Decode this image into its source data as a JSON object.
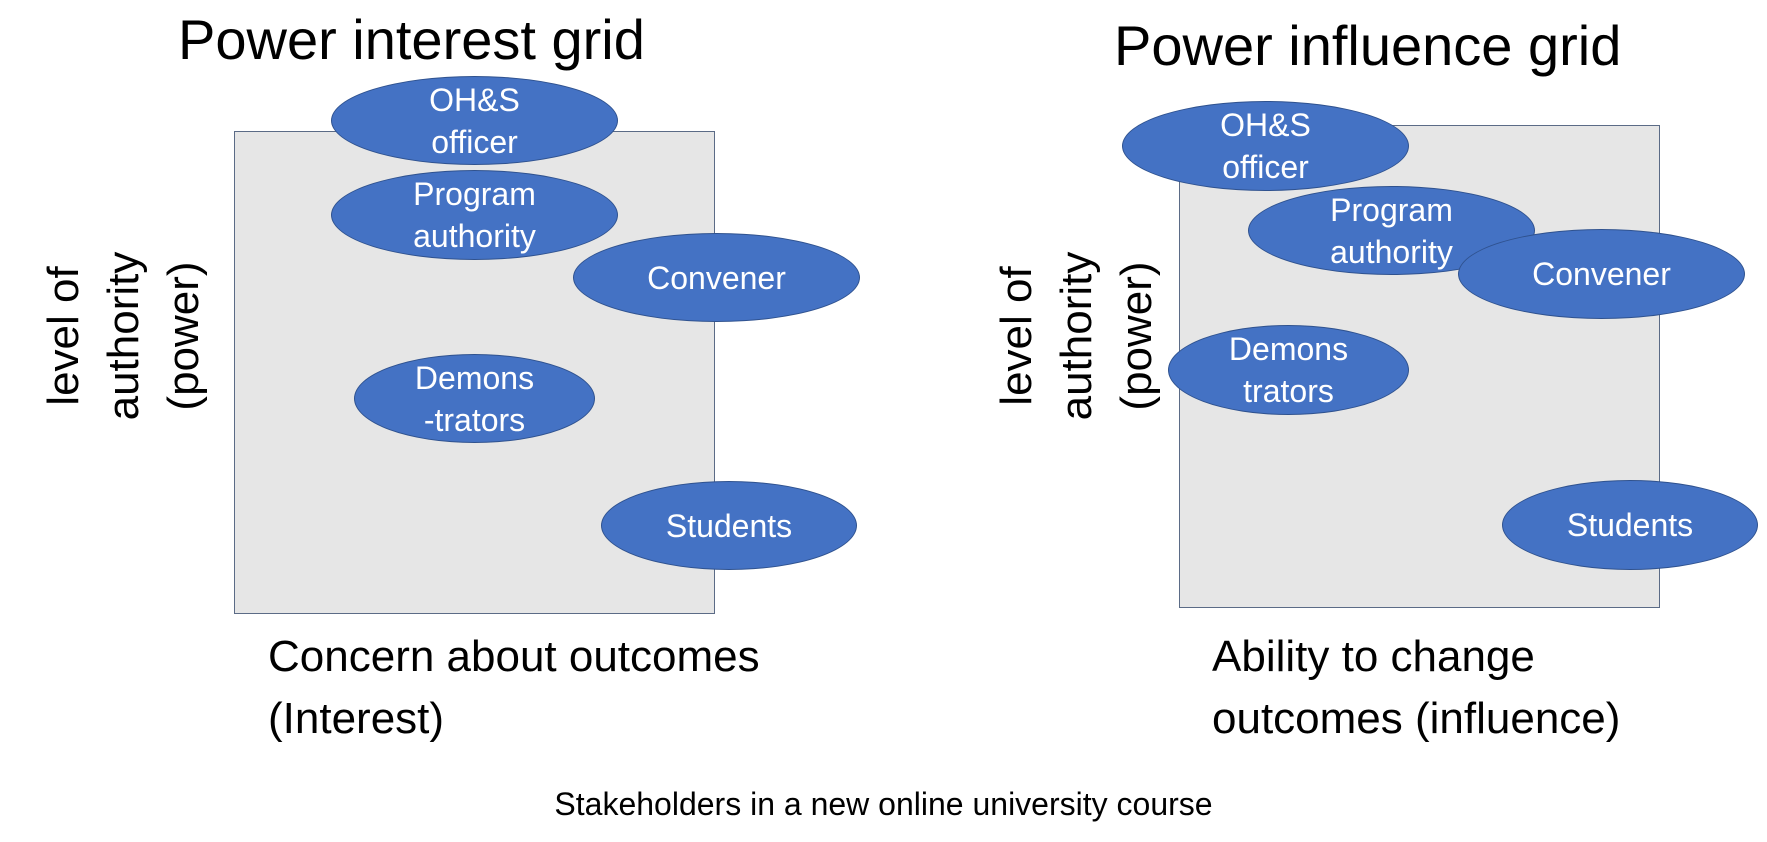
{
  "diagrams": [
    {
      "title": "Power interest grid",
      "y_label": [
        "level of",
        "authority",
        "(power)"
      ],
      "x_label": [
        "Concern about outcomes",
        "(Interest)"
      ],
      "stakeholders": [
        {
          "lines": [
            "OH&S",
            "officer"
          ]
        },
        {
          "lines": [
            "Program",
            "authority"
          ]
        },
        {
          "lines": [
            "Convener"
          ]
        },
        {
          "lines": [
            "Demons",
            "-trators"
          ]
        },
        {
          "lines": [
            "Students"
          ]
        }
      ]
    },
    {
      "title": "Power influence grid",
      "y_label": [
        "level of",
        "authority",
        "(power)"
      ],
      "x_label": [
        "Ability to change",
        "outcomes (influence)"
      ],
      "stakeholders": [
        {
          "lines": [
            "OH&S",
            "officer"
          ]
        },
        {
          "lines": [
            "Program",
            "authority"
          ]
        },
        {
          "lines": [
            "Convener"
          ]
        },
        {
          "lines": [
            "Demons",
            "trators"
          ]
        },
        {
          "lines": [
            "Students"
          ]
        }
      ]
    }
  ],
  "caption": "Stakeholders in a new online university course",
  "colors": {
    "ellipse_fill": "#4472c4",
    "ellipse_border": "#2f528f",
    "grid_fill": "#e6e6e6",
    "grid_border": "#5b6b86"
  }
}
